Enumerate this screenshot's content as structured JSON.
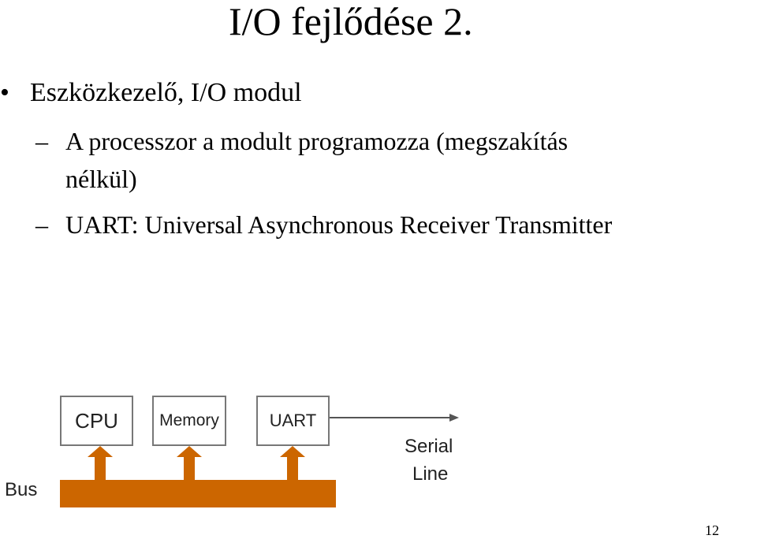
{
  "slide": {
    "title": "I/O fejlődése 2.",
    "bullet": {
      "marker": "•",
      "text": "Eszközkezelő, I/O modul"
    },
    "subbullets": [
      {
        "marker": "–",
        "line1": "A processzor a modult programozza (megszakítás",
        "line2": "nélkül)"
      },
      {
        "marker": "–",
        "line1": "UART: Universal Asynchronous Receiver Transmitter"
      }
    ],
    "page_number": "12"
  },
  "diagram": {
    "boxes": [
      "CPU",
      "Memory",
      "UART"
    ],
    "bus_label": "Bus",
    "serial_label_1": "Serial",
    "serial_label_2": "Line",
    "colors": {
      "bus": "#cc6600",
      "box_border": "#777777"
    }
  }
}
